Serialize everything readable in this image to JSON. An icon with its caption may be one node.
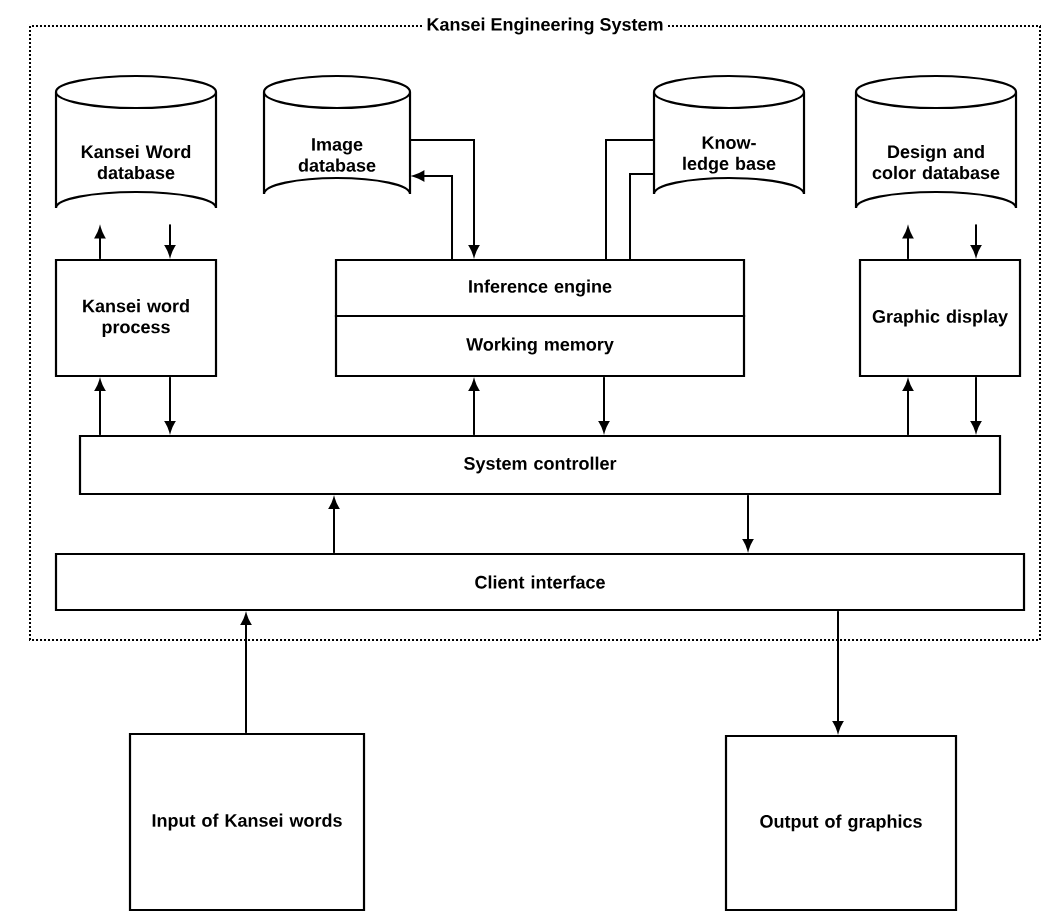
{
  "diagram": {
    "nodes": [
      {
        "text": [
          "Kansei Engineering System"
        ]
      },
      {
        "text": [
          "Kansei Word database"
        ],
        "in": 0
      },
      {
        "text": [
          "Image database"
        ],
        "in": 0
      },
      {
        "text": [
          "Know- ledge base"
        ],
        "in": 0
      },
      {
        "text": [
          "Design and color database"
        ],
        "in": 0
      },
      {
        "text": [
          "Kansei word process"
        ],
        "in": 0
      },
      {
        "text": [
          "Inference engine"
        ],
        "in": 0
      },
      {
        "text": [
          "Working memory"
        ],
        "in": 0
      },
      {
        "text": [
          "Graphic display"
        ],
        "in": 0
      },
      {
        "text": [
          "System controller"
        ],
        "in": 0
      },
      {
        "text": [
          "Client interface"
        ],
        "in": 0
      },
      {
        "text": [
          "Input of Kansei words"
        ]
      },
      {
        "text": [
          "Output of graphics"
        ]
      }
    ],
    "edges": [
      {
        "from": 5,
        "to": 1,
        "arrow": "to"
      },
      {
        "from": 1,
        "to": 5,
        "arrow": "to"
      },
      {
        "from": 6,
        "to": 2,
        "arrow": "to"
      },
      {
        "from": 2,
        "to": 6,
        "arrow": "to"
      },
      {
        "from": 6,
        "to": 3,
        "arrow": "none"
      },
      {
        "from": 6,
        "to": 3,
        "arrow": "none"
      },
      {
        "from": 8,
        "to": 4,
        "arrow": "to"
      },
      {
        "from": 4,
        "to": 8,
        "arrow": "to"
      },
      {
        "from": 9,
        "to": 5,
        "arrow": "to"
      },
      {
        "from": 5,
        "to": 9,
        "arrow": "to"
      },
      {
        "from": 9,
        "to": 7,
        "arrow": "to"
      },
      {
        "from": 7,
        "to": 9,
        "arrow": "to"
      },
      {
        "from": 9,
        "to": 8,
        "arrow": "to"
      },
      {
        "from": 8,
        "to": 9,
        "arrow": "to"
      },
      {
        "from": 10,
        "to": 9,
        "arrow": "to"
      },
      {
        "from": 9,
        "to": 10,
        "arrow": "to"
      },
      {
        "from": 11,
        "to": 10,
        "arrow": "to"
      },
      {
        "from": 10,
        "to": 12,
        "arrow": "to"
      }
    ]
  }
}
